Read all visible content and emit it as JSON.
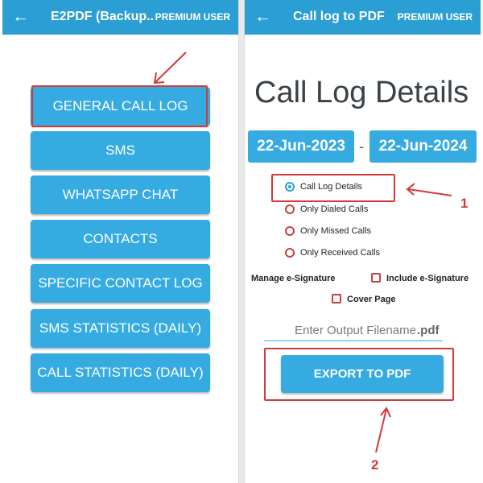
{
  "left_screen": {
    "appbar": {
      "back_icon": "arrow-left",
      "title": "E2PDF (Backup...",
      "badge": "PREMIUM USER"
    },
    "menu": [
      {
        "label": "GENERAL CALL LOG",
        "highlighted": true
      },
      {
        "label": "SMS"
      },
      {
        "label": "WHATSAPP CHAT"
      },
      {
        "label": "CONTACTS"
      },
      {
        "label": "SPECIFIC CONTACT LOG"
      },
      {
        "label": "SMS STATISTICS (DAILY)"
      },
      {
        "label": "CALL STATISTICS (DAILY)"
      }
    ]
  },
  "right_screen": {
    "appbar": {
      "back_icon": "arrow-left",
      "title": "Call log to PDF",
      "badge": "PREMIUM USER"
    },
    "heading": "Call Log Details",
    "date_from": "22-Jun-2023",
    "date_separator": "-",
    "date_to": "22-Jun-2024",
    "radio_options": [
      {
        "label": "Call Log Details",
        "selected": true
      },
      {
        "label": "Only Dialed Calls",
        "selected": false
      },
      {
        "label": "Only Missed Calls",
        "selected": false
      },
      {
        "label": "Only Received Calls",
        "selected": false
      }
    ],
    "manage_signature_label": "Manage e-Signature",
    "include_signature_label": "Include e-Signature",
    "include_signature_checked": false,
    "cover_page_label": "Cover Page",
    "cover_page_checked": false,
    "filename_placeholder": "Enter Output Filename",
    "filename_extension": ".pdf",
    "export_label": "EXPORT TO PDF"
  },
  "annotations": {
    "step1": "1",
    "step2": "2",
    "color": "#d23a3a"
  },
  "colors": {
    "appbar": "#2b9fd4",
    "button": "#36abe2",
    "annotation": "#d23a3a"
  }
}
